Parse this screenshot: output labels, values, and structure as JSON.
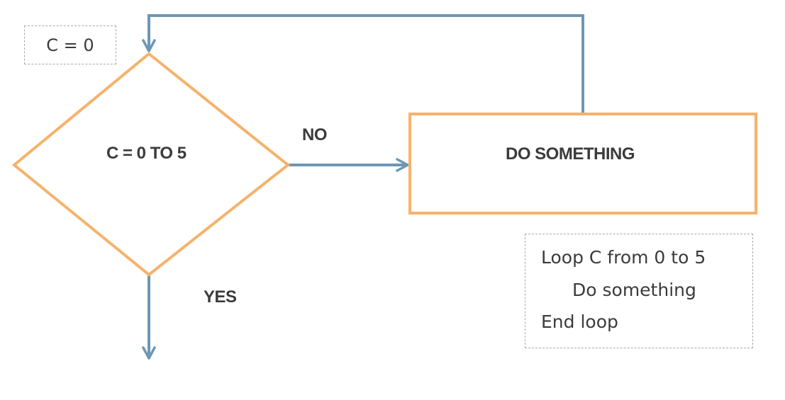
{
  "colors": {
    "shape_stroke": "#f6b26b",
    "arrow": "#6d97b3",
    "text": "#3b3b3b",
    "dashed_border": "#a9a9a9"
  },
  "init": {
    "label": "C = 0"
  },
  "decision": {
    "label": "C = 0 TO 5"
  },
  "branches": {
    "no_label": "NO",
    "yes_label": "YES"
  },
  "process": {
    "label": "DO SOMETHING"
  },
  "pseudocode": {
    "lines": [
      "Loop C from 0 to 5",
      "Do something",
      "End loop"
    ]
  }
}
